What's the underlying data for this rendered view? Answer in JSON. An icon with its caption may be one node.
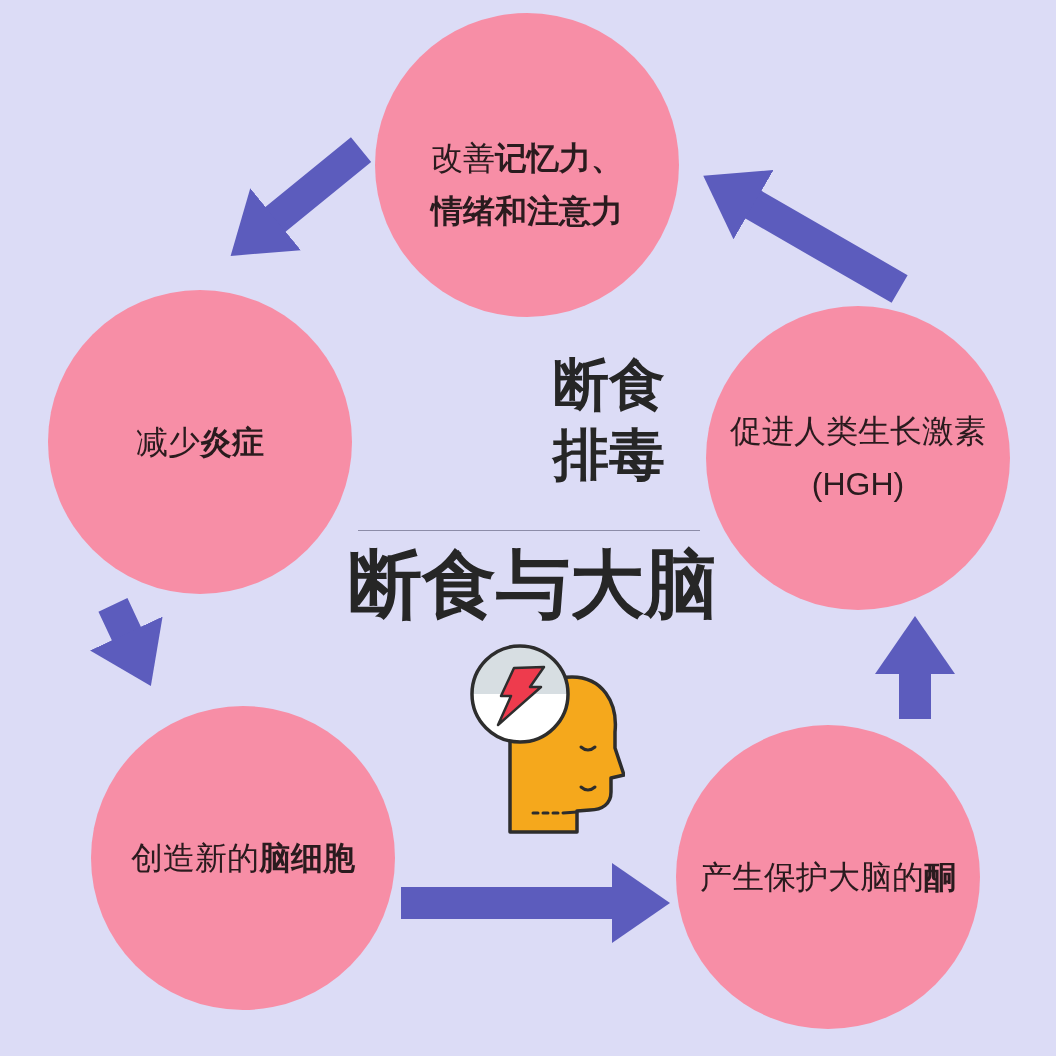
{
  "diagram": {
    "title": "断食与大脑",
    "nodes": [
      {
        "text": [
          "改善**记忆力、情绪和注意力**"
        ]
      },
      {
        "text": [
          "减少**炎症**"
        ]
      },
      {
        "text": [
          "创造新的**脑细胞**"
        ]
      },
      {
        "text": [
          "产生保护大脑的**酮**"
        ]
      },
      {
        "text": [
          "促进人类生长激素 (HGH)"
        ]
      }
    ],
    "edges": [
      {
        "from": 0,
        "to": 1,
        "arrow": "to"
      },
      {
        "from": 1,
        "to": 2,
        "arrow": "to"
      },
      {
        "from": 2,
        "to": 3,
        "arrow": "to"
      },
      {
        "from": 3,
        "to": 4,
        "arrow": "to"
      },
      {
        "from": 4,
        "to": 0,
        "arrow": "to"
      }
    ],
    "labels": [
      "断食排毒"
    ]
  }
}
